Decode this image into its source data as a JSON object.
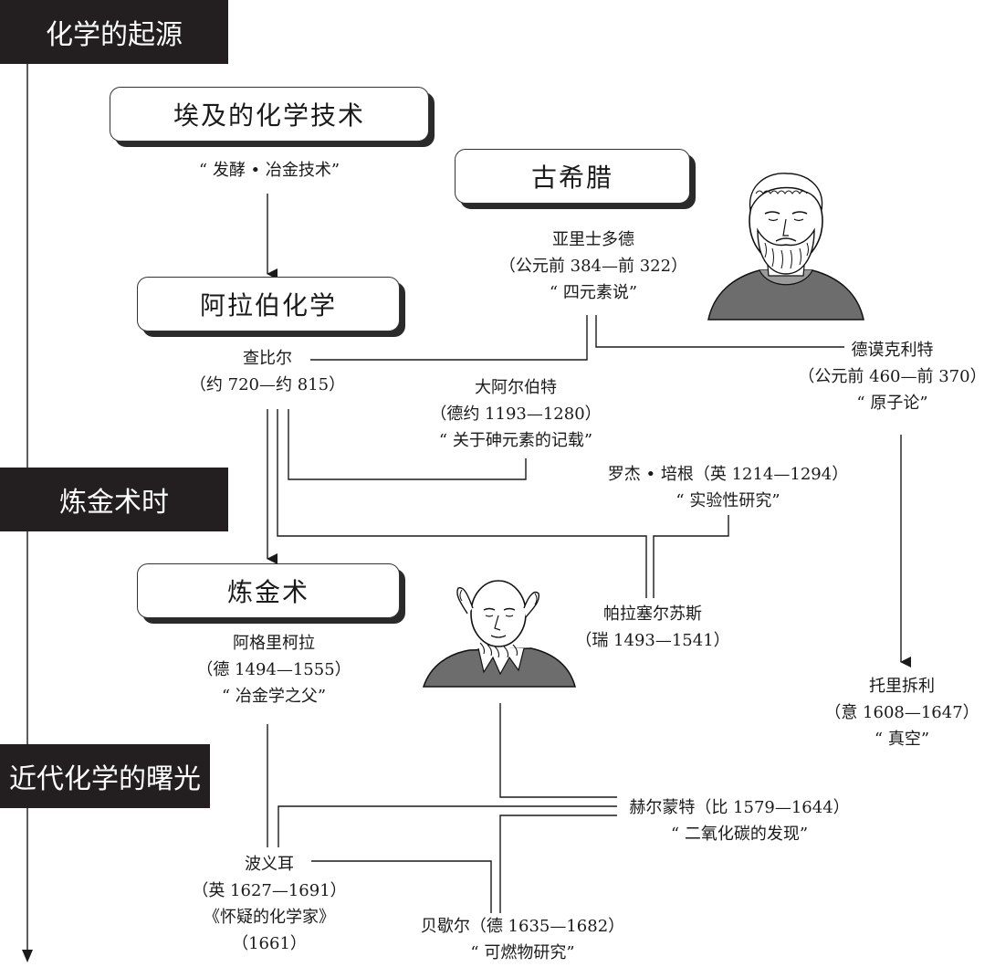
{
  "eras": {
    "origin": "化学的起源",
    "alchemy_age": "炼金术时",
    "modern_dawn": "近代化学的曙光"
  },
  "boxes": {
    "egypt": "埃及的化学技术",
    "greece": "古希腊",
    "arab": "阿拉伯化学",
    "alchemy": "炼金术"
  },
  "nodes": {
    "egypt_tech": {
      "line1": "“ 发酵 • 冶金技术”"
    },
    "aristotle": {
      "name": "亚里士多德",
      "dates": "（公元前 384—前 322）",
      "work": "“ 四元素说”"
    },
    "jabir": {
      "name": "查比尔",
      "dates": "（约 720—约 815）"
    },
    "democritus": {
      "name": "德谟克利特",
      "dates": "（公元前 460—前 370）",
      "work": "“ 原子论”"
    },
    "albertus": {
      "name": "大阿尔伯特",
      "dates": "（德约 1193—1280）",
      "work": "“ 关于砷元素的记载”"
    },
    "bacon": {
      "name": "罗杰 • 培根（英 1214—1294）",
      "work": "“ 实验性研究”"
    },
    "paracelsus": {
      "name": "帕拉塞尔苏斯",
      "dates": "（瑞 1493—1541）"
    },
    "agricola": {
      "name": "阿格里柯拉",
      "dates": "（德 1494—1555）",
      "work": "“ 冶金学之父”"
    },
    "torricelli": {
      "name": "托里拆利",
      "dates": "（意 1608—1647）",
      "work": "“ 真空”"
    },
    "helmont": {
      "name": "赫尔蒙特（比 1579—1644）",
      "work": "“ 二氧化碳的发现”"
    },
    "boyle": {
      "name": "波义耳",
      "dates": "（英 1627—1691）",
      "work": "《怀疑的化学家》",
      "year": "（1661）"
    },
    "becher": {
      "name": "贝歇尔（德 1635—1682）",
      "work": "“ 可燃物研究”"
    }
  },
  "icons": {
    "aristotle_portrait": "bearded-philosopher-portrait",
    "paracelsus_portrait": "elderly-scholar-portrait"
  },
  "colors": {
    "era_band": "#231f20",
    "line": "#1a1a1a",
    "portrait_fill": "#6d6d6d"
  }
}
